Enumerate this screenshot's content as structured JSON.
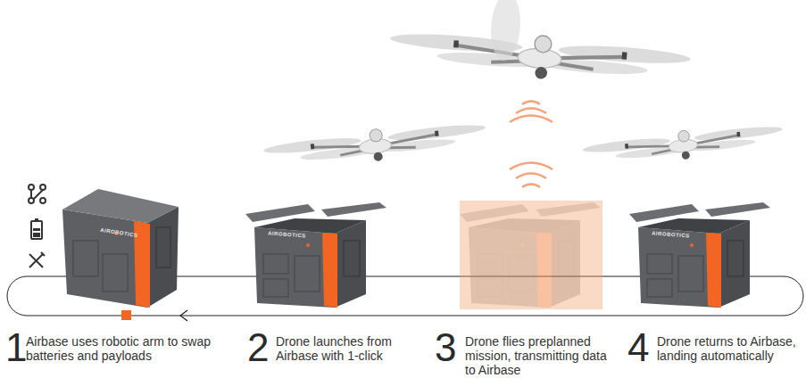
{
  "diagram": {
    "labels": [
      "1",
      "Airbase uses robotic arm to swap batteries and payloads",
      "2",
      "Drone launches from Airbase with 1-click",
      "3",
      "Drone flies preplanned mission, transmitting data to Airbase",
      "4",
      "Drone returns to Airbase, landing automatically",
      "AIROBOTICS",
      "AIROBOTICS",
      "AIROBOTICS"
    ]
  }
}
